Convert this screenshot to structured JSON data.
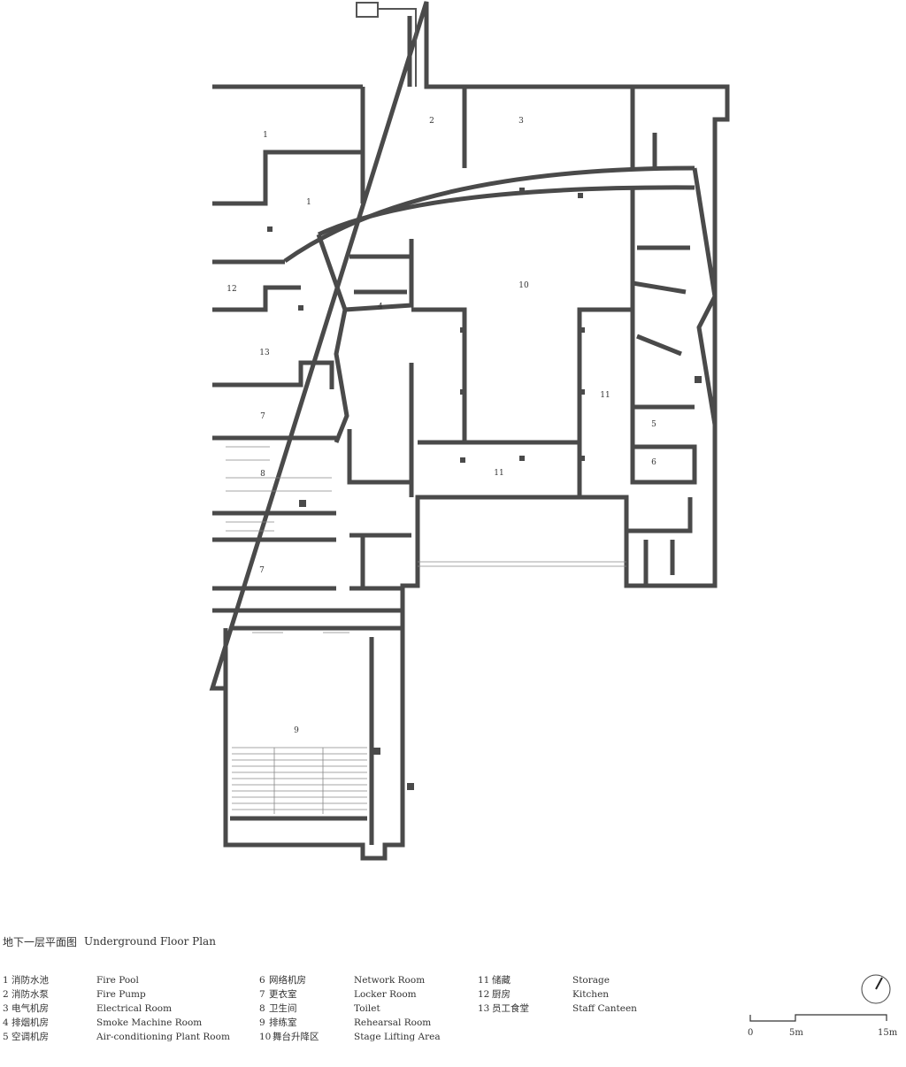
{
  "title": {
    "cn": "地下一层平面图",
    "en": "Underground Floor Plan"
  },
  "rooms": [
    {
      "num": "1"
    },
    {
      "num": "1"
    },
    {
      "num": "2"
    },
    {
      "num": "3"
    },
    {
      "num": "4"
    },
    {
      "num": "5"
    },
    {
      "num": "6"
    },
    {
      "num": "7"
    },
    {
      "num": "7"
    },
    {
      "num": "8"
    },
    {
      "num": "9"
    },
    {
      "num": "10"
    },
    {
      "num": "11"
    },
    {
      "num": "11"
    },
    {
      "num": "12"
    },
    {
      "num": "13"
    }
  ],
  "legend": [
    {
      "num": "1",
      "cn": "消防水池",
      "en": "Fire Pool"
    },
    {
      "num": "2",
      "cn": "消防水泵",
      "en": "Fire Pump"
    },
    {
      "num": "3",
      "cn": "电气机房",
      "en": "Electrical Room"
    },
    {
      "num": "4",
      "cn": "排烟机房",
      "en": "Smoke Machine Room"
    },
    {
      "num": "5",
      "cn": "空调机房",
      "en": "Air-conditioning Plant Room"
    },
    {
      "num": "6",
      "cn": "网络机房",
      "en": "Network Room"
    },
    {
      "num": "7",
      "cn": "更衣室",
      "en": "Locker Room"
    },
    {
      "num": "8",
      "cn": "卫生间",
      "en": "Toilet"
    },
    {
      "num": "9",
      "cn": "排练室",
      "en": "Rehearsal Room"
    },
    {
      "num": "10",
      "cn": "舞台升降区",
      "en": "Stage Lifting Area"
    },
    {
      "num": "11",
      "cn": "储藏",
      "en": "Storage"
    },
    {
      "num": "12",
      "cn": "厨房",
      "en": "Kitchen"
    },
    {
      "num": "13",
      "cn": "员工食堂",
      "en": "Staff Canteen"
    }
  ],
  "scale_bar": {
    "labels": [
      "0",
      "5m",
      "15m"
    ]
  },
  "north_arrow": {
    "icon": "north-arrow-icon"
  },
  "colors": {
    "wall": "#4a4a4a"
  }
}
